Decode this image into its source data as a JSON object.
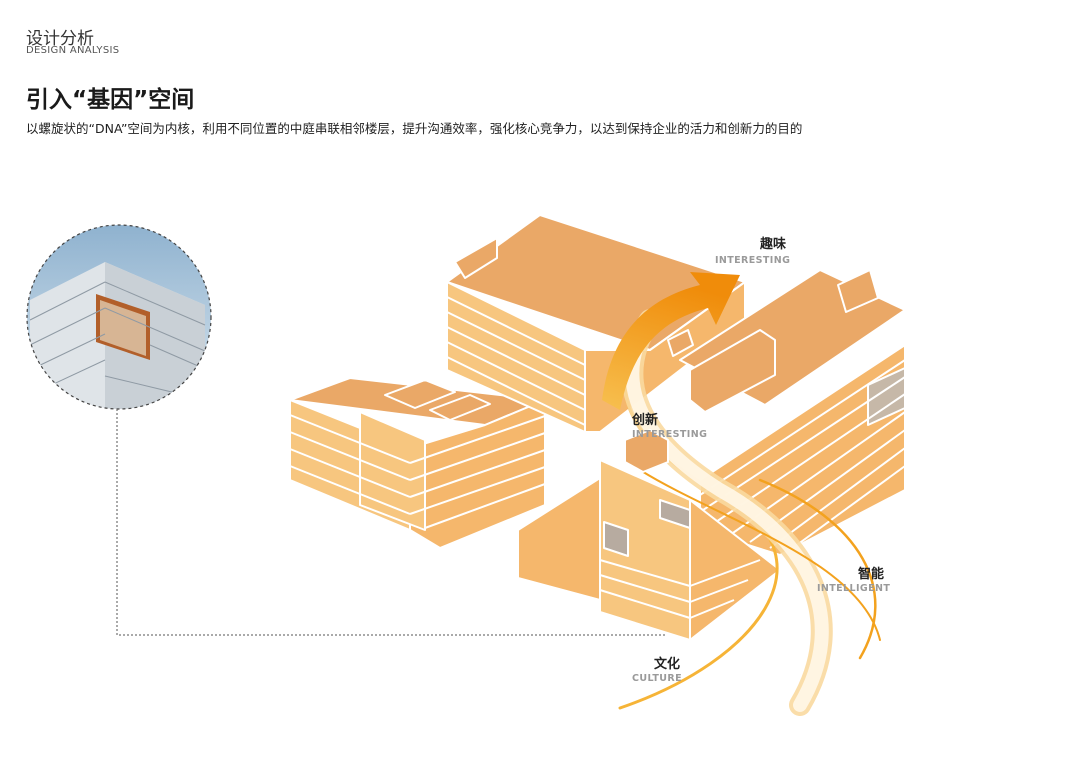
{
  "header": {
    "section_cn": "设计分析",
    "section_en": "DESIGN ANALYSIS"
  },
  "title": "引入“基因”空间",
  "description": "以螺旋状的“DNA”空间为内核，利用不同位置的中庭串联相邻楼层，提升沟通效率，强化核心竞争力，以达到保持企业的活力和创新力的目的",
  "labels": {
    "quwei_cn": "趣味",
    "quwei_en": "INTERESTING",
    "chuangxin_cn": "创新",
    "chuangxin_en": "INTERESTING",
    "zhineng_cn": "智能",
    "zhineng_en": "INTELLIGENT",
    "wenhua_cn": "文化",
    "wenhua_en": "CULTURE"
  },
  "colors": {
    "building_top": "#eaa867",
    "building_left": "#f7c67f",
    "building_right": "#f5b76c",
    "stripe": "#ffffff",
    "ribbon": "#f3a21e",
    "arrow": "#f39a12",
    "label_en": "#9a9a9a"
  }
}
